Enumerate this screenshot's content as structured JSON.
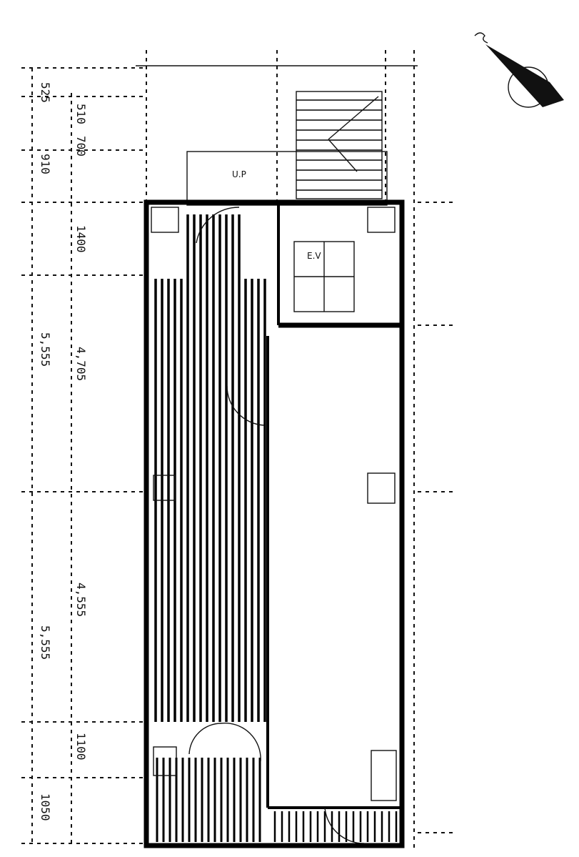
{
  "dimensions_left_outer": [
    "525",
    "910",
    "5,555",
    "5,555",
    "1050"
  ],
  "dimensions_left_inner": [
    "510",
    "700",
    "1400",
    "4,705",
    "4,555",
    "1100"
  ],
  "top_dimension": "",
  "labels": {
    "stair_area": "U.P",
    "ev": "E.V",
    "main_room": "",
    "corridor": "",
    "right_side": ""
  }
}
